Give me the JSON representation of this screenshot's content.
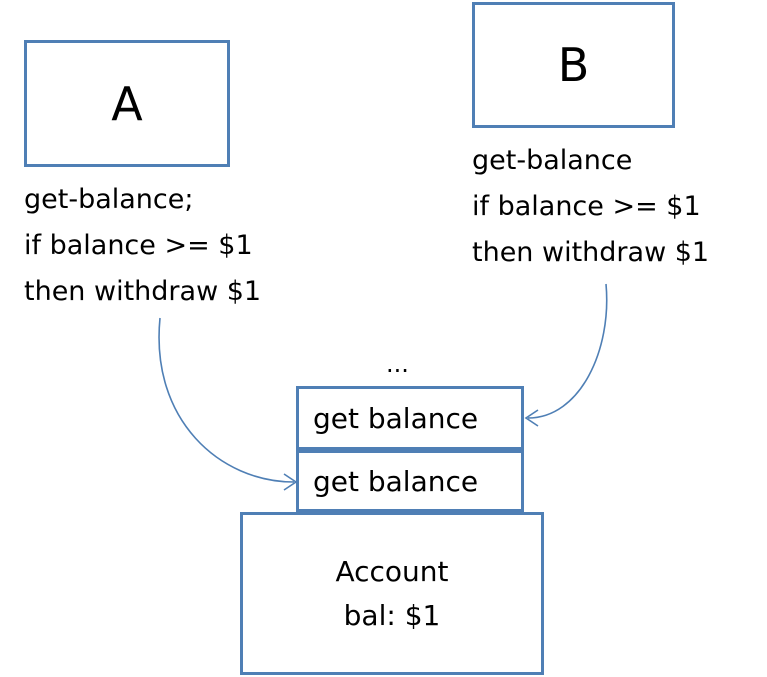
{
  "clients": {
    "a": {
      "label": "A",
      "lines": [
        "get-balance;",
        "if balance >= $1",
        "then withdraw $1"
      ]
    },
    "b": {
      "label": "B",
      "lines": [
        "get-balance",
        "if balance >= $1",
        "then withdraw $1"
      ]
    }
  },
  "queue": {
    "ellipsis": "...",
    "messages": [
      "get balance",
      "get balance"
    ]
  },
  "account": {
    "title": "Account",
    "balance": "bal: $1"
  },
  "colors": {
    "box_border": "#4f7fb5",
    "arrow": "#4f7fb5"
  }
}
